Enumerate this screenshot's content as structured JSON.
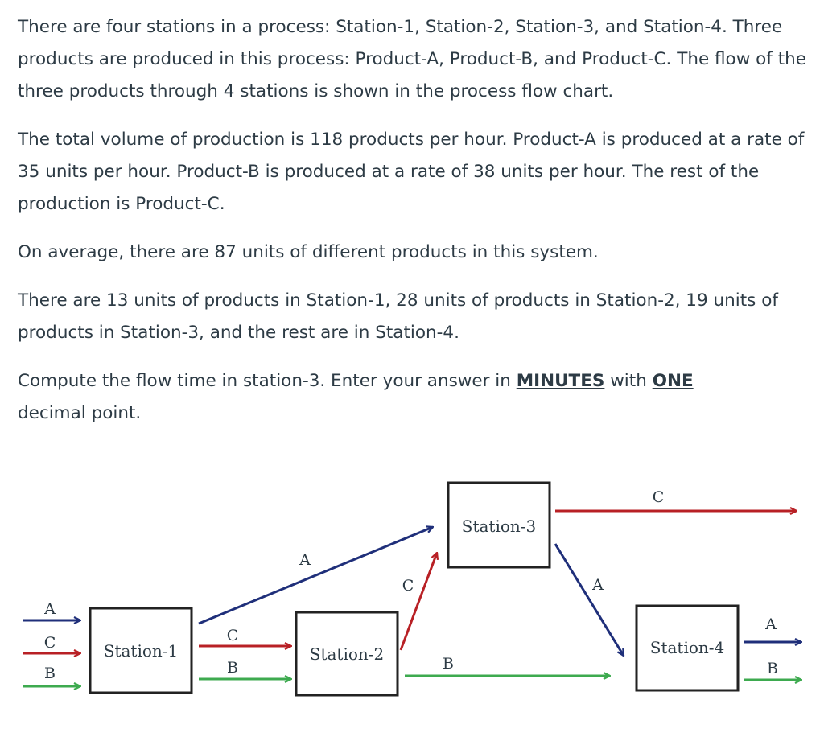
{
  "question": {
    "p1": "There are four stations in a process: Station-1, Station-2, Station-3, and Station-4. Three products are produced in this process: Product-A, Product-B, and Product-C.  The flow of the three products through 4 stations is shown in the process flow chart.",
    "p2": "The total volume of production is 118 products per hour. Product-A is produced at a rate of 35 units per hour. Product-B is produced at a rate of 38 units per hour. The rest of the production is Product-C.",
    "p3": "On average, there are 87 units of different products in this system.",
    "p4": "There are  13 units of products in Station-1,  28 units of products in Station-2, 19 units of products in Station-3, and the rest are in Station-4.",
    "p5_before": "Compute the flow time in station-3. Enter your answer in ",
    "p5_unit": "MINUTES",
    "p5_mid": " with ",
    "p5_precision": "ONE",
    "p5_after": "decimal point."
  },
  "diagram": {
    "stations": {
      "s1": "Station-1",
      "s2": "Station-2",
      "s3": "Station-3",
      "s4": "Station-4"
    },
    "flow_labels": {
      "in_a": "A",
      "in_c": "C",
      "in_b": "B",
      "s1_s3_a": "A",
      "s1_s2_c": "C",
      "s1_s2_b": "B",
      "s2_s3_c": "C",
      "s2_s4_b": "B",
      "s3_out_c": "C",
      "s3_s4_a": "A",
      "out_a": "A",
      "out_b": "B"
    },
    "colors": {
      "product_a": "#1f2f7a",
      "product_b": "#3daa4f",
      "product_c": "#b82025",
      "box_border": "#222222"
    }
  }
}
